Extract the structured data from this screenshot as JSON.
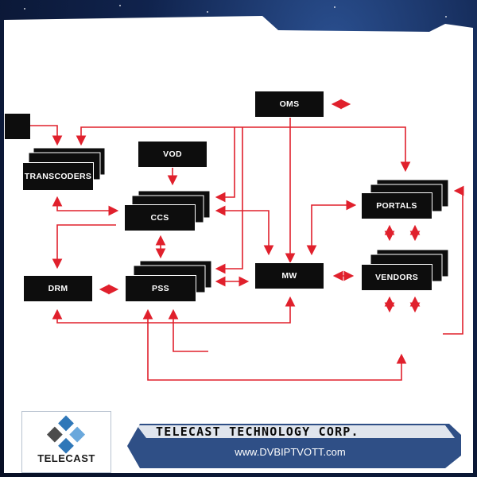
{
  "diagram": {
    "nodes": {
      "oms": "OMS",
      "vod": "VOD",
      "transcoders": "TRANSCODERS",
      "ccs": "CCS",
      "portals": "PORTALS",
      "drm": "DRM",
      "pss": "PSS",
      "mw": "MW",
      "vendors": "VENDORS"
    }
  },
  "footer": {
    "brand": "TELECAST",
    "company": "TELECAST TECHNOLOGY CORP.",
    "url": "www.DVBIPTVOTT.com"
  },
  "colors": {
    "arrow": "#e0202c",
    "box": "#0d0d0d",
    "banner": "#2f4f86"
  }
}
